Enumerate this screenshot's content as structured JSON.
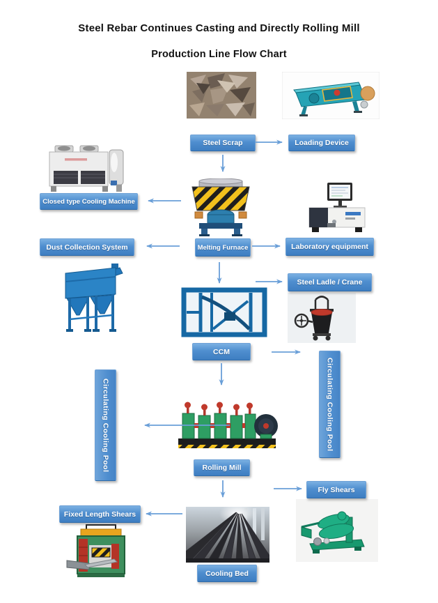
{
  "title": {
    "line1": "Steel Rebar Continues Casting and Directly Rolling Mill",
    "line2": "Production Line Flow Chart"
  },
  "colors": {
    "node_blue_top": "#7bb0e2",
    "node_blue_bottom": "#3e7ec1",
    "node_text": "#ffffff",
    "arrow": "#6a9fd8",
    "title_text": "#111111"
  },
  "nodes": {
    "steel_scrap": {
      "label": "Steel Scrap"
    },
    "loading_device": {
      "label": "Loading Device"
    },
    "closed_cooling": {
      "label": "Closed type Cooling Machine"
    },
    "dust_collection": {
      "label": "Dust Collection System"
    },
    "melting_furnace": {
      "label": "Melting Furnace"
    },
    "lab_equipment": {
      "label": "Laboratory equipment"
    },
    "steel_ladle": {
      "label": "Steel Ladle / Crane"
    },
    "ccm": {
      "label": "CCM"
    },
    "circ_pool_left": {
      "label": "Circulating Cooling Pool"
    },
    "circ_pool_right": {
      "label": "Circulating Cooling Pool"
    },
    "rolling_mill": {
      "label": "Rolling Mill"
    },
    "fly_shears": {
      "label": "Fly Shears"
    },
    "fixed_length_shears": {
      "label": "Fixed Length Shears"
    },
    "cooling_bed": {
      "label": "Cooling Bed"
    }
  },
  "edges": [
    {
      "from": "steel_scrap",
      "to": "loading_device"
    },
    {
      "from": "steel_scrap",
      "to": "melting_furnace"
    },
    {
      "from": "melting_furnace",
      "to": "closed_cooling"
    },
    {
      "from": "melting_furnace",
      "to": "dust_collection"
    },
    {
      "from": "melting_furnace",
      "to": "lab_equipment"
    },
    {
      "from": "melting_furnace",
      "to": "ccm"
    },
    {
      "from": "ccm",
      "to": "steel_ladle"
    },
    {
      "from": "ccm",
      "to": "circ_pool_right"
    },
    {
      "from": "ccm",
      "to": "rolling_mill"
    },
    {
      "from": "rolling_mill",
      "to": "circ_pool_left"
    },
    {
      "from": "rolling_mill",
      "to": "cooling_bed"
    },
    {
      "from": "rolling_mill",
      "to": "fly_shears"
    },
    {
      "from": "cooling_bed",
      "to": "fixed_length_shears"
    }
  ]
}
